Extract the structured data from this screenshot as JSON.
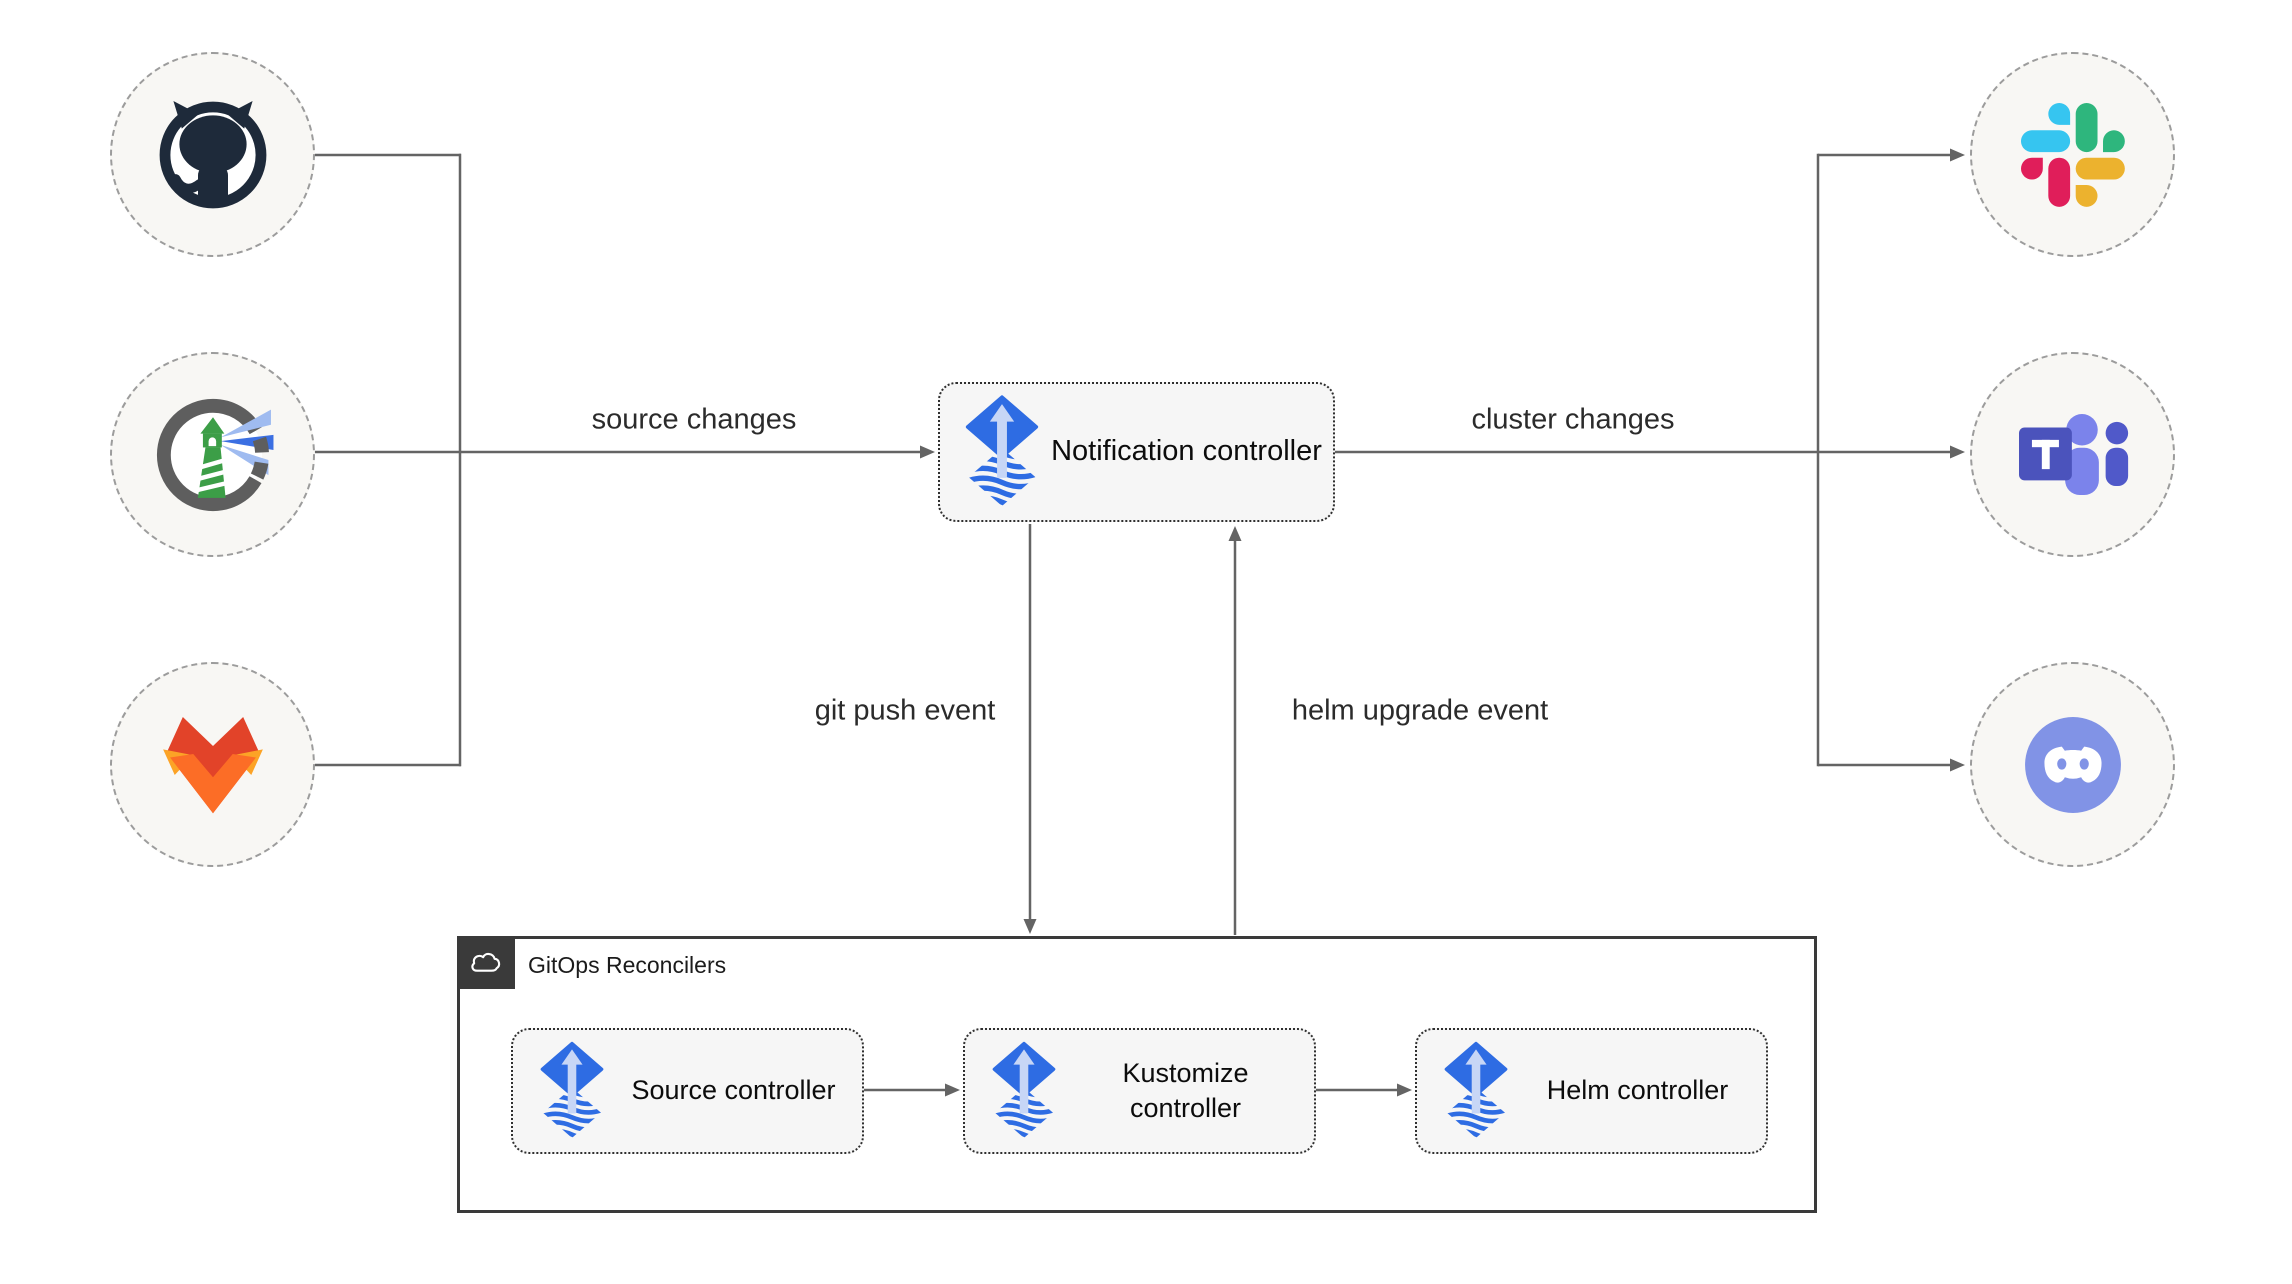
{
  "edge_labels": {
    "source_changes": "source changes",
    "cluster_changes": "cluster changes",
    "git_push": "git push event",
    "helm_upgrade": "helm upgrade event"
  },
  "nodes": {
    "notification": "Notification controller",
    "source": "Source controller",
    "kustomize": "Kustomize controller",
    "helm": "Helm controller"
  },
  "group": {
    "label": "GitOps Reconcilers",
    "icon": "cloud-icon"
  },
  "source_systems": [
    {
      "icon": "github-icon"
    },
    {
      "icon": "harbor-icon"
    },
    {
      "icon": "gitlab-icon"
    }
  ],
  "notification_targets": [
    {
      "icon": "slack-icon"
    },
    {
      "icon": "microsoft-teams-icon"
    },
    {
      "icon": "discord-icon"
    }
  ],
  "colors": {
    "edge": "#646464",
    "node_fill": "#F8F7F4",
    "box_fill": "#F6F6F6",
    "flux_blue": "#2E6CE3",
    "flux_arrow_light": "#C7D6F6",
    "github_dark": "#1E2A3A",
    "harbor_gray": "#5E5E5E",
    "harbor_green": "#3C9E47",
    "gitlab_red": "#E24329",
    "gitlab_orange": "#FC6D26",
    "gitlab_yellow": "#FCA326",
    "slack_blue": "#36C5F0",
    "slack_green": "#2EB67D",
    "slack_yellow": "#ECB22E",
    "slack_red": "#E01E5A",
    "teams_purple": "#4B53BC",
    "teams_light_purple": "#7B83EB",
    "discord_blurple": "#8193E6",
    "group_border": "#3A3A3A"
  }
}
